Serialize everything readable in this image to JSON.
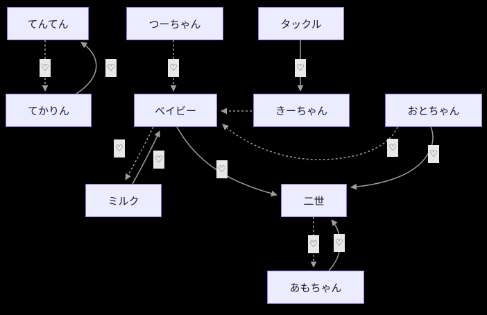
{
  "diagram": {
    "title": "pet-relationship-graph",
    "background_color": "#000000",
    "node_fill_color": "#ececff",
    "node_border_color": "#9370db",
    "edge_color": "#9e9e9e",
    "edge_label_bg_color": "#e8e8e8",
    "heart": "♡",
    "nodes": [
      {
        "id": "tenten",
        "label": "てんてん"
      },
      {
        "id": "tsuchan",
        "label": "つーちゃん"
      },
      {
        "id": "takkuru",
        "label": "タックル"
      },
      {
        "id": "tekarin",
        "label": "てかりん"
      },
      {
        "id": "baby",
        "label": "ベイビー"
      },
      {
        "id": "kichan",
        "label": "きーちゃん"
      },
      {
        "id": "otochan",
        "label": "おとちゃん"
      },
      {
        "id": "miruku",
        "label": "ミルク"
      },
      {
        "id": "nisei",
        "label": "二世"
      },
      {
        "id": "amochan",
        "label": "あもちゃん"
      }
    ],
    "edges": [
      {
        "from": "てんてん",
        "to": "てかりん",
        "style": "dotted",
        "label": "♡"
      },
      {
        "from": "てかりん",
        "to": "てんてん",
        "style": "solid",
        "label": "♡"
      },
      {
        "from": "つーちゃん",
        "to": "ベイビー",
        "style": "dotted",
        "label": "♡"
      },
      {
        "from": "タックル",
        "to": "きーちゃん",
        "style": "solid",
        "label": "♡"
      },
      {
        "from": "きーちゃん",
        "to": "ベイビー",
        "style": "dotted",
        "label": ""
      },
      {
        "from": "ベイビー",
        "to": "ミルク",
        "style": "dotted",
        "label": "♡"
      },
      {
        "from": "ミルク",
        "to": "ベイビー",
        "style": "solid",
        "label": "♡"
      },
      {
        "from": "ベイビー",
        "to": "二世",
        "style": "solid",
        "label": "♡"
      },
      {
        "from": "おとちゃん",
        "to": "ベイビー",
        "style": "dotted",
        "label": "♡"
      },
      {
        "from": "おとちゃん",
        "to": "二世",
        "style": "solid",
        "label": "♡"
      },
      {
        "from": "二世",
        "to": "あもちゃん",
        "style": "dotted",
        "label": "♡"
      },
      {
        "from": "あもちゃん",
        "to": "二世",
        "style": "solid",
        "label": "♡"
      }
    ]
  }
}
